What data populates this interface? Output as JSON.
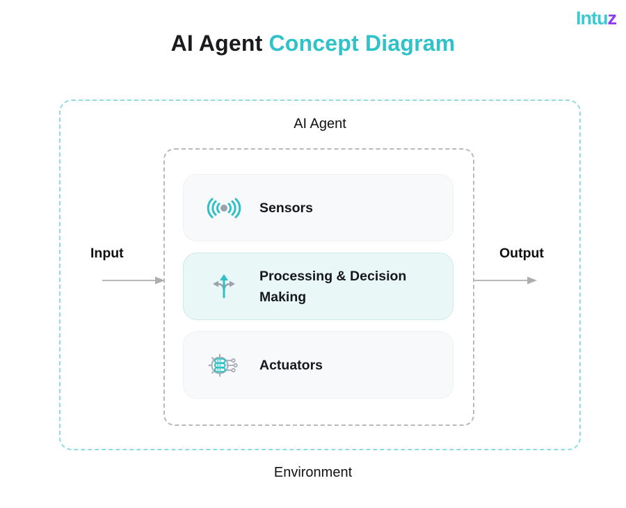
{
  "header": {
    "title_black": "AI Agent",
    "title_teal": "Concept Diagram",
    "logo_teal": "Intu",
    "logo_purple": "z"
  },
  "diagram": {
    "agent_label": "AI Agent",
    "environment_label": "Environment",
    "input_label": "Input",
    "output_label": "Output",
    "components": [
      {
        "label": "Sensors",
        "icon": "signal-waves-icon",
        "highlighted": false
      },
      {
        "label": "Processing & Decision Making",
        "icon": "branch-arrows-icon",
        "highlighted": true
      },
      {
        "label": "Actuators",
        "icon": "gear-circuit-icon",
        "highlighted": false
      }
    ]
  },
  "colors": {
    "accent_teal": "#2fc2c9",
    "logo_purple": "#8c3bf5",
    "outer_border_teal": "#8fdce0",
    "inner_border_gray": "#b7babc",
    "card_background": "#f8f9fa",
    "highlight_background": "#e9f7f6",
    "highlight_border": "#cde9e7",
    "arrow_gray": "#b3b3b3",
    "icon_gray": "#9aa2ad",
    "text_dark": "#16181d"
  }
}
